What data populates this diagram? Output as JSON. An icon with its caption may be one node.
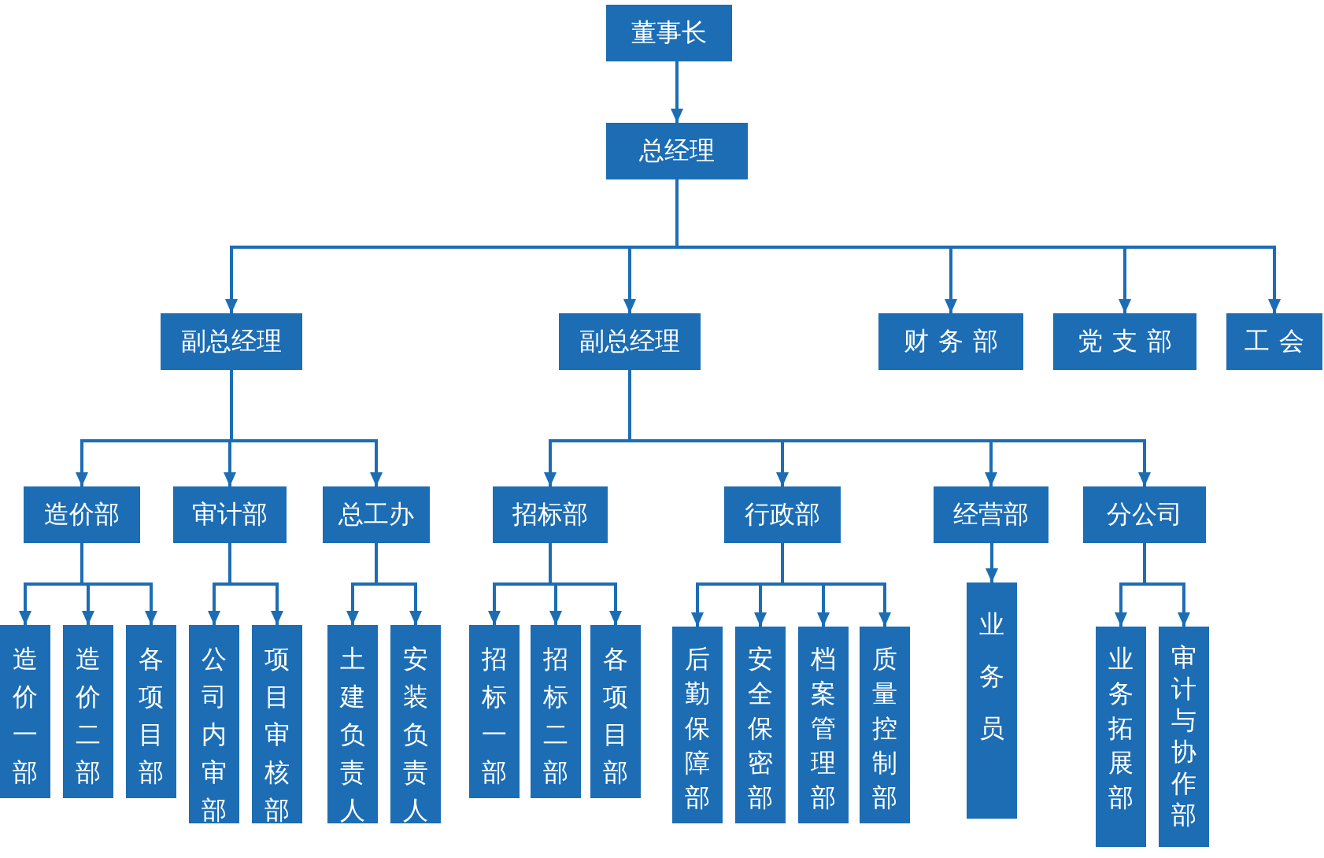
{
  "diagram": {
    "nodes": [
      {
        "text": [
          "董事长"
        ]
      },
      {
        "text": [
          "总经理"
        ]
      },
      {
        "text": [
          "副总经理"
        ]
      },
      {
        "text": [
          "副总经理"
        ]
      },
      {
        "text": [
          "财务部"
        ]
      },
      {
        "text": [
          "党支部"
        ]
      },
      {
        "text": [
          "工会"
        ]
      },
      {
        "text": [
          "造价部"
        ]
      },
      {
        "text": [
          "审计部"
        ]
      },
      {
        "text": [
          "总工办"
        ]
      },
      {
        "text": [
          "招标部"
        ]
      },
      {
        "text": [
          "行政部"
        ]
      },
      {
        "text": [
          "经营部"
        ]
      },
      {
        "text": [
          "分公司"
        ]
      },
      {
        "text": [
          "造价一部"
        ]
      },
      {
        "text": [
          "造价二部"
        ]
      },
      {
        "text": [
          "各项目部"
        ]
      },
      {
        "text": [
          "公司内审部"
        ]
      },
      {
        "text": [
          "项目审核部"
        ]
      },
      {
        "text": [
          "土建负责人"
        ]
      },
      {
        "text": [
          "安装负责人"
        ]
      },
      {
        "text": [
          "招标一部"
        ]
      },
      {
        "text": [
          "招标二部"
        ]
      },
      {
        "text": [
          "各项目部"
        ]
      },
      {
        "text": [
          "后勤保障部"
        ]
      },
      {
        "text": [
          "安全保密部"
        ]
      },
      {
        "text": [
          "档案管理部"
        ]
      },
      {
        "text": [
          "质量控制部"
        ]
      },
      {
        "text": [
          "业务员"
        ]
      },
      {
        "text": [
          "业务拓展部"
        ]
      },
      {
        "text": [
          "审计与协作部"
        ]
      }
    ],
    "edges": [
      {
        "from": 0,
        "to": 1,
        "arrow": "to"
      },
      {
        "from": 1,
        "to": 2,
        "arrow": "to"
      },
      {
        "from": 1,
        "to": 3,
        "arrow": "to"
      },
      {
        "from": 1,
        "to": 4,
        "arrow": "to"
      },
      {
        "from": 1,
        "to": 5,
        "arrow": "to"
      },
      {
        "from": 1,
        "to": 6,
        "arrow": "to"
      },
      {
        "from": 2,
        "to": 7,
        "arrow": "to"
      },
      {
        "from": 2,
        "to": 8,
        "arrow": "to"
      },
      {
        "from": 2,
        "to": 9,
        "arrow": "to"
      },
      {
        "from": 3,
        "to": 10,
        "arrow": "to"
      },
      {
        "from": 3,
        "to": 11,
        "arrow": "to"
      },
      {
        "from": 3,
        "to": 12,
        "arrow": "to"
      },
      {
        "from": 3,
        "to": 13,
        "arrow": "to"
      },
      {
        "from": 7,
        "to": 14,
        "arrow": "to"
      },
      {
        "from": 7,
        "to": 15,
        "arrow": "to"
      },
      {
        "from": 7,
        "to": 16,
        "arrow": "to"
      },
      {
        "from": 8,
        "to": 17,
        "arrow": "to"
      },
      {
        "from": 8,
        "to": 18,
        "arrow": "to"
      },
      {
        "from": 9,
        "to": 19,
        "arrow": "to"
      },
      {
        "from": 9,
        "to": 20,
        "arrow": "to"
      },
      {
        "from": 10,
        "to": 21,
        "arrow": "to"
      },
      {
        "from": 10,
        "to": 22,
        "arrow": "to"
      },
      {
        "from": 10,
        "to": 23,
        "arrow": "to"
      },
      {
        "from": 11,
        "to": 24,
        "arrow": "to"
      },
      {
        "from": 11,
        "to": 25,
        "arrow": "to"
      },
      {
        "from": 11,
        "to": 26,
        "arrow": "to"
      },
      {
        "from": 11,
        "to": 27,
        "arrow": "to"
      },
      {
        "from": 12,
        "to": 28,
        "arrow": "to"
      },
      {
        "from": 13,
        "to": 29,
        "arrow": "to"
      },
      {
        "from": 13,
        "to": 30,
        "arrow": "to"
      }
    ]
  }
}
